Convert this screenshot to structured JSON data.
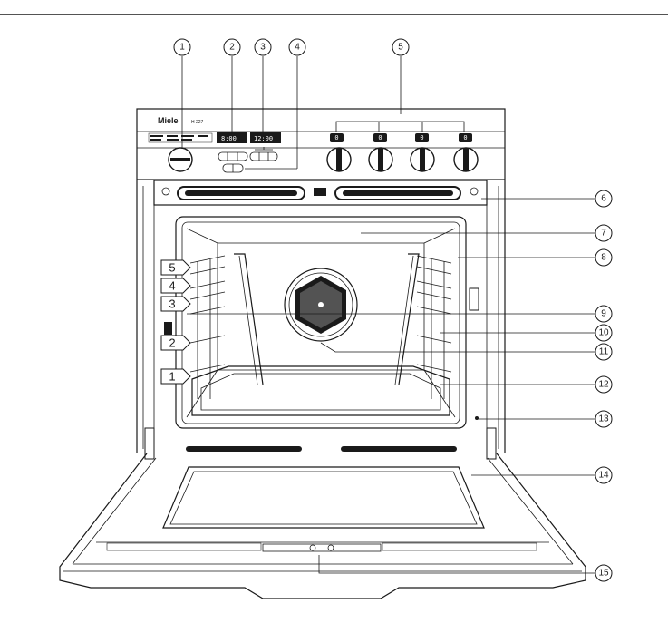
{
  "appliance": {
    "brand": "Miele",
    "model": "H 227",
    "display_left": "8:00",
    "display_right": "12:00",
    "knob_labels": [
      "0",
      "0",
      "0",
      "0"
    ]
  },
  "callouts": [
    "1",
    "2",
    "3",
    "4",
    "5",
    "6",
    "7",
    "8",
    "9",
    "10",
    "11",
    "12",
    "13",
    "14",
    "15"
  ],
  "shelf_levels": [
    "5",
    "4",
    "3",
    "2",
    "1"
  ]
}
